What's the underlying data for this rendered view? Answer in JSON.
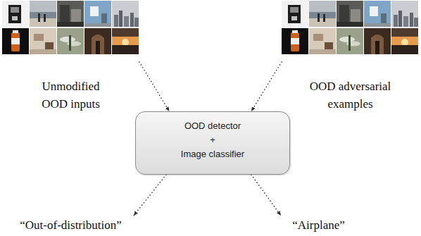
{
  "diagram": {
    "nodes": [
      {
        "text": [
          "Unmodified OOD inputs"
        ]
      },
      {
        "text": [
          "OOD adversarial examples"
        ]
      },
      {
        "text": [
          "OOD detector",
          "+",
          "Image classifier"
        ]
      },
      {
        "text": [
          "“Out-of-distribution”"
        ]
      },
      {
        "text": [
          "“Airplane”"
        ]
      }
    ],
    "edges": [
      {
        "from": 0,
        "to": 2,
        "arrow": "to"
      },
      {
        "from": 1,
        "to": 2,
        "arrow": "to"
      },
      {
        "from": 2,
        "to": 3,
        "arrow": "to"
      },
      {
        "from": 2,
        "to": 4,
        "arrow": "to"
      }
    ]
  }
}
